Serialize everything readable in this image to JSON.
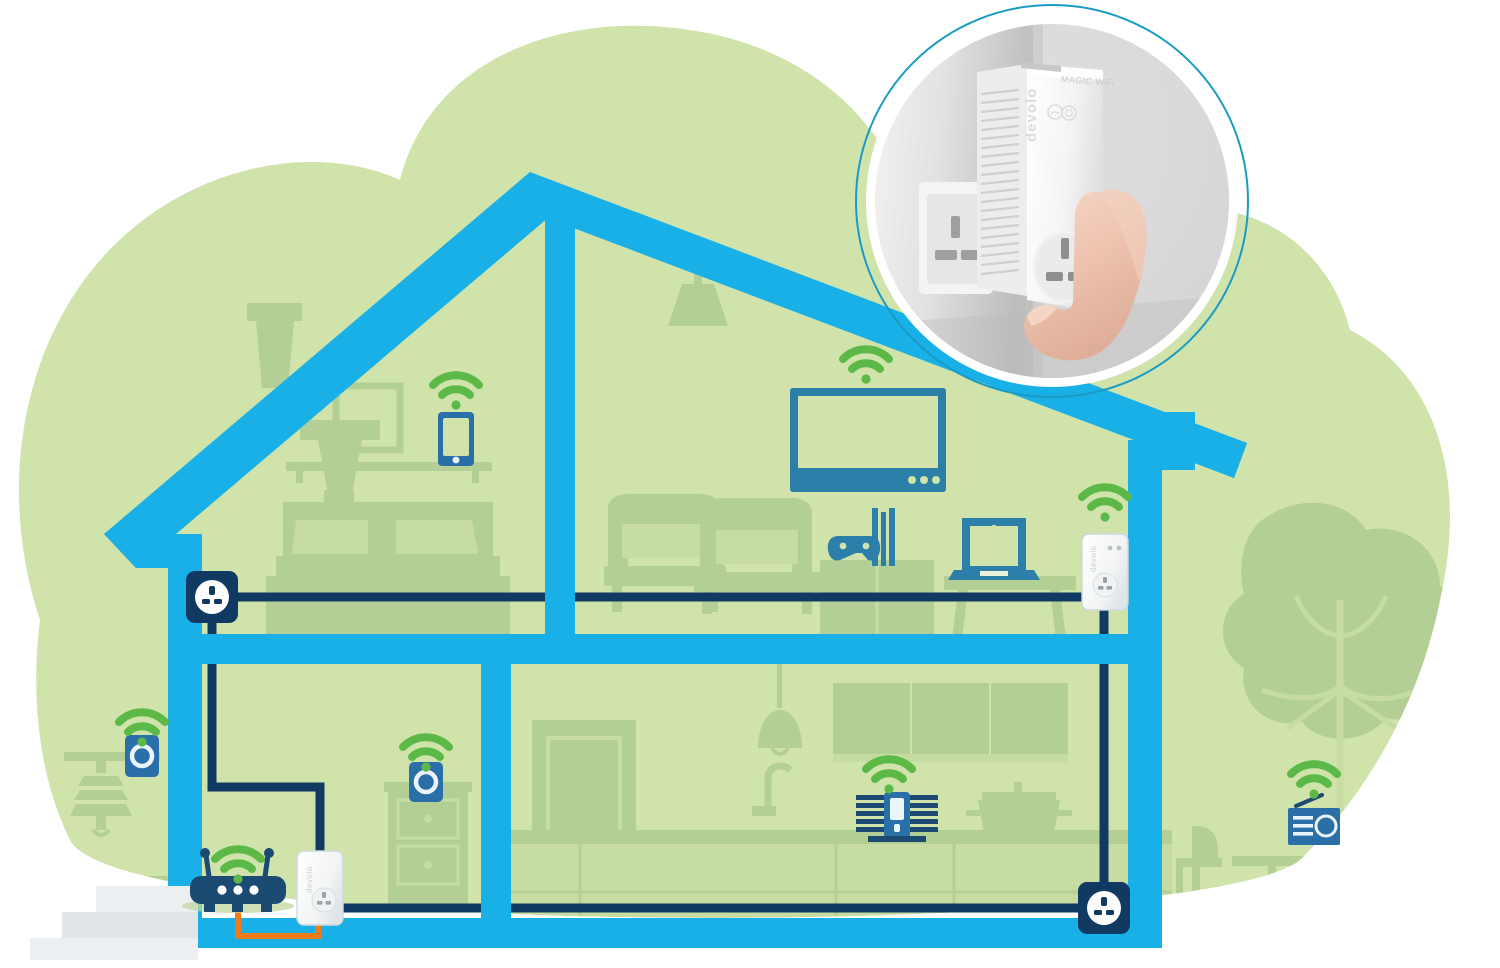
{
  "scene": {
    "type": "powerline-home-network-illustration",
    "brand": "devolo",
    "product_label": "MAGIC WiFi",
    "device_logo_text": "devolo"
  },
  "colors": {
    "background": "#ffffff",
    "yard_green": "#cfe3ab",
    "furniture_green": "#b4cf96",
    "house_outline_blue": "#19b0e8",
    "device_blue": "#2b6fa8",
    "powerline_navy": "#113a63",
    "wifi_green": "#5cb948",
    "ethernet_orange": "#f07d1a",
    "adapter_white": "#fbfcfc",
    "inset_ring": "#1a9bc4",
    "step_grey": "#e3e7ea"
  },
  "house": {
    "floors": [
      "attic-bedroom",
      "attic-living-room",
      "ground-hall",
      "ground-kitchen"
    ],
    "rooms": [
      {
        "name": "bedroom",
        "items": [
          "bed",
          "picture-frame",
          "shelf",
          "tablet",
          "chimney"
        ]
      },
      {
        "name": "living-room",
        "items": [
          "armchair",
          "sofa",
          "ceiling-lamp",
          "tv",
          "game-console",
          "laptop",
          "sideboard",
          "desk"
        ]
      },
      {
        "name": "hall",
        "items": [
          "router",
          "sideboard-drawers",
          "smart-speaker"
        ]
      },
      {
        "name": "kitchen",
        "items": [
          "sink",
          "tap",
          "wall-cabinets",
          "pendant-lamp",
          "pot",
          "worktop",
          "base-cabinets",
          "smart-speaker"
        ]
      }
    ],
    "outdoor": [
      "tree",
      "garden-table",
      "chair",
      "radio",
      "plants",
      "entrance-steps",
      "wall-speaker"
    ]
  },
  "devices": [
    {
      "id": "router",
      "label": "router",
      "kind": "wifi-router",
      "wifi": true,
      "color": "#1b4a73"
    },
    {
      "id": "adapter-hall",
      "label": "devolo adapter",
      "kind": "powerline-adapter",
      "wifi": false,
      "logo": "devolo"
    },
    {
      "id": "adapter-living",
      "label": "devolo Magic WiFi adapter",
      "kind": "powerline-wifi-adapter",
      "wifi": true,
      "logo": "devolo"
    },
    {
      "id": "socket-bedroom",
      "label": "wall socket",
      "kind": "powerline-socket",
      "wifi": false
    },
    {
      "id": "socket-kitchen",
      "label": "wall socket",
      "kind": "powerline-socket",
      "wifi": false
    },
    {
      "id": "tablet",
      "label": "tablet",
      "kind": "tablet",
      "wifi": true
    },
    {
      "id": "tv",
      "label": "smart TV",
      "kind": "tv",
      "wifi": true
    },
    {
      "id": "game-console",
      "label": "game console",
      "kind": "console",
      "wifi": false
    },
    {
      "id": "laptop",
      "label": "laptop",
      "kind": "laptop",
      "wifi": false
    },
    {
      "id": "speaker-kitchen",
      "label": "smart speaker",
      "kind": "speaker",
      "wifi": true
    },
    {
      "id": "speaker-hall",
      "label": "smart speaker",
      "kind": "speaker-small",
      "wifi": true
    },
    {
      "id": "speaker-outside",
      "label": "smart speaker",
      "kind": "speaker-small",
      "wifi": true
    },
    {
      "id": "radio-garden",
      "label": "garden radio",
      "kind": "radio",
      "wifi": true
    }
  ],
  "connections": [
    {
      "from": "router",
      "to": "adapter-hall",
      "type": "ethernet",
      "color": "#f07d1a"
    },
    {
      "from": "adapter-hall",
      "to": "socket-bedroom",
      "type": "powerline",
      "color": "#113a63"
    },
    {
      "from": "socket-bedroom",
      "to": "adapter-living",
      "type": "powerline",
      "color": "#113a63"
    },
    {
      "from": "adapter-living",
      "to": "socket-kitchen",
      "type": "powerline",
      "color": "#113a63"
    }
  ],
  "wifi_points": 9,
  "inset": {
    "caption_product": "MAGIC WiFi",
    "caption_brand": "devolo",
    "description": "hand plugging devolo Magic WiFi adapter into a UK wall socket"
  }
}
